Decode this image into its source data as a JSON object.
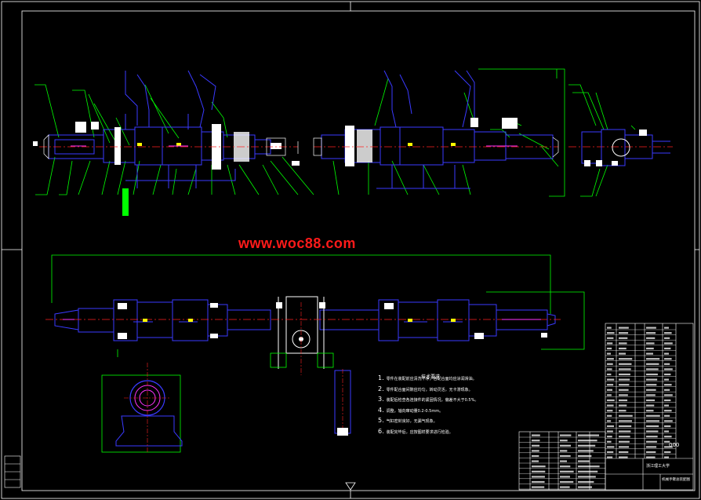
{
  "watermark": "www.woc88.com",
  "technical_requirements": {
    "title": "技术要求",
    "items": [
      {
        "num": "1.",
        "text": "零件在装配前应清洗干净，各配合面均应涂润滑油。"
      },
      {
        "num": "2.",
        "text": "零件配合面间隙应均匀，转动灵活，无卡滞现象。"
      },
      {
        "num": "3.",
        "text": "装配后检查各连接件的紧固情况，偏差不大于0.5%。"
      },
      {
        "num": "4.",
        "text": "调整，轴向窜动量0.2-0.5mm。"
      },
      {
        "num": "5.",
        "text": "气缸密封良好，无漏气现象。"
      },
      {
        "num": "6.",
        "text": "装配完毕后，应按图样要求进行检验。"
      }
    ]
  },
  "title_block": {
    "school": "浙江理工大学",
    "drawing_name": "机械手臂总装配图",
    "drawing_no": "000"
  },
  "colors": {
    "background": "#000000",
    "line_white": "#ffffff",
    "line_green": "#00ff00",
    "line_blue": "#3a3aff",
    "line_red": "#ff2020",
    "line_magenta": "#ff33ff",
    "line_yellow": "#ffff00",
    "watermark": "#ff1a1a"
  }
}
